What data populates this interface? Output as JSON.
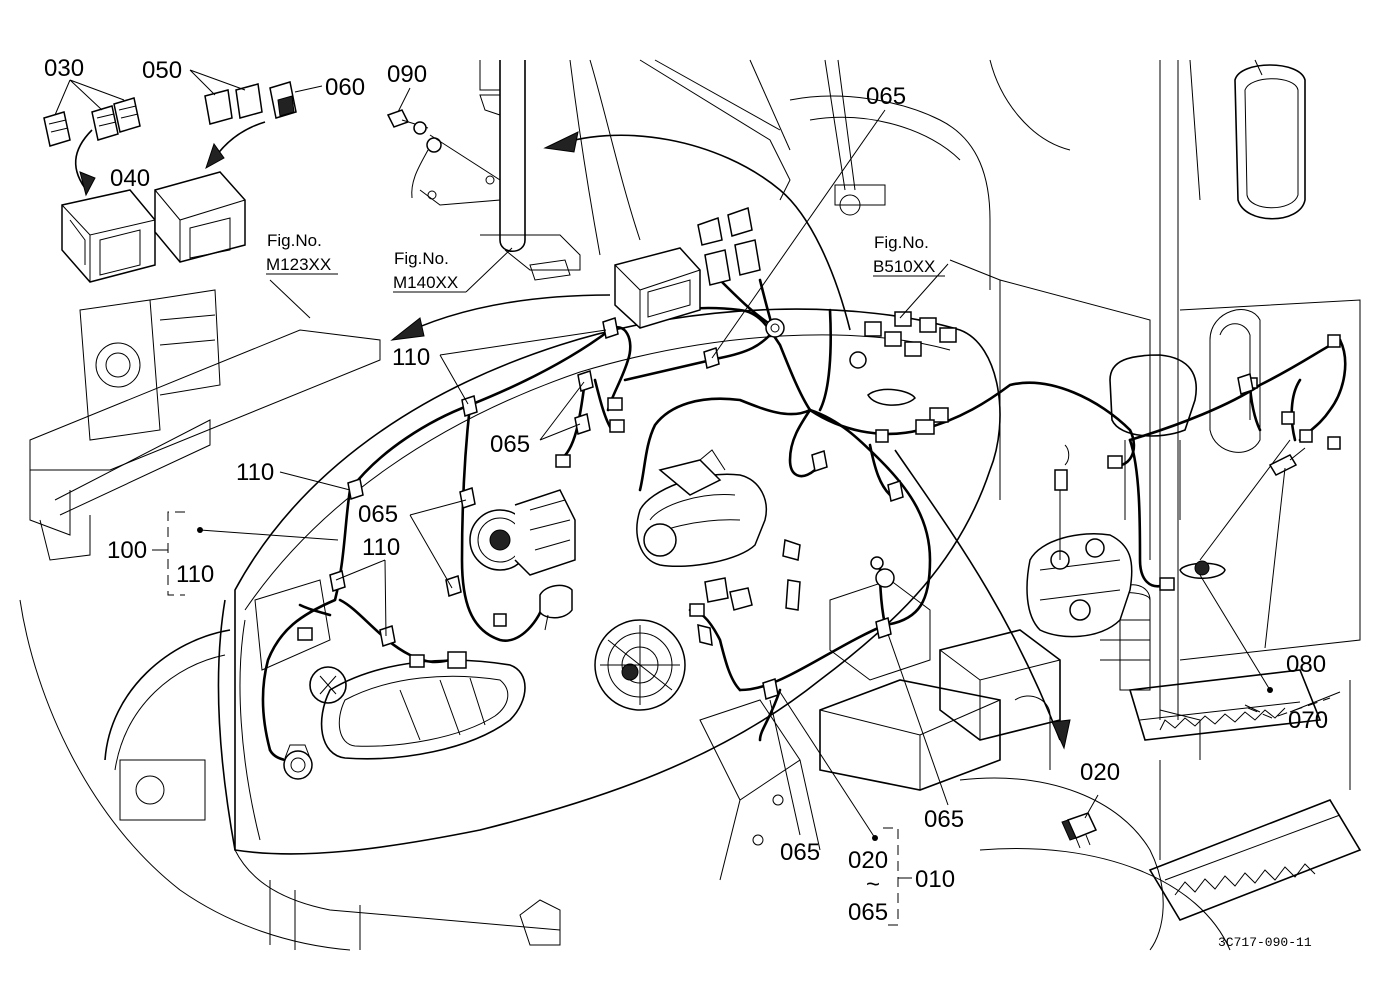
{
  "labels": {
    "p030": "030",
    "p040": "040",
    "p050": "050",
    "p060": "060",
    "p090": "090",
    "p065_top": "065",
    "p110_a": "110",
    "p065_a": "065",
    "p110_b": "110",
    "p065_b": "065",
    "p100": "100",
    "p110_c": "110",
    "p110_d": "110",
    "p080": "080",
    "p070": "070",
    "p020_right": "020",
    "p065_c": "065",
    "p065_d": "065",
    "p020_bottom": "020",
    "tilde": "~",
    "p065_bottom": "065",
    "p010": "010"
  },
  "fig_refs": {
    "m123": {
      "prefix": "Fig.No.",
      "code": "M123XX"
    },
    "m140": {
      "prefix": "Fig.No.",
      "code": "M140XX"
    },
    "b510": {
      "prefix": "Fig.No.",
      "code": "B510XX"
    }
  },
  "drawing_code": "3C717-090-11"
}
